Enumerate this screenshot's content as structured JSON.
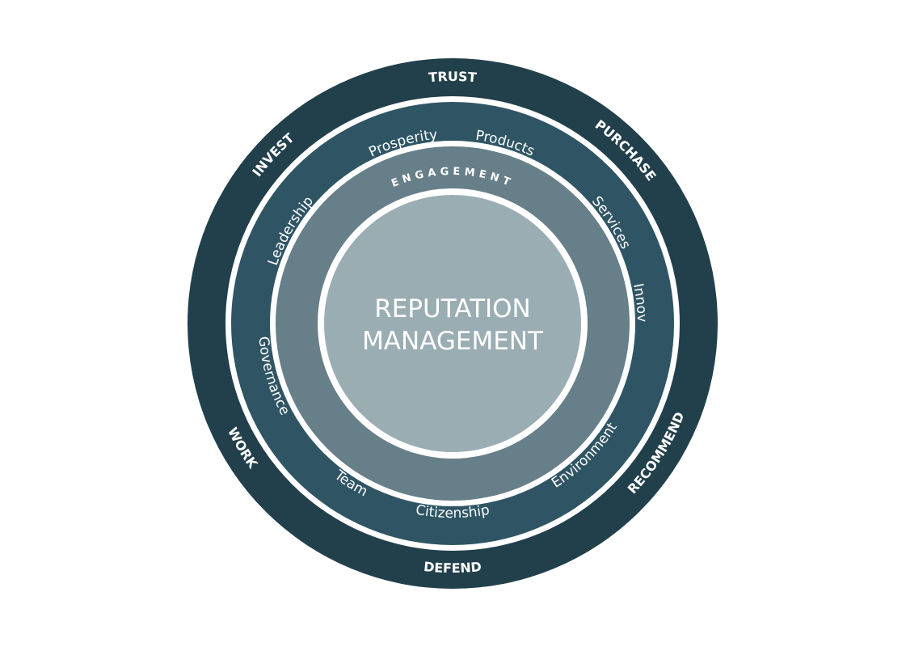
{
  "diagram": {
    "center": {
      "line1": "REPUTATION",
      "line2": "MANAGEMENT"
    },
    "inner_ring_label": "ENGAGEMENT",
    "middle_ring_labels": {
      "prosperity": "Prosperity",
      "products": "Products",
      "services": "Services",
      "innovation": "Innovation",
      "environment": "Environment",
      "citizenship": "Citizenship",
      "team": "Team",
      "governance": "Governance",
      "leadership": "Leadership"
    },
    "outer_ring_labels": {
      "trust": "TRUST",
      "purchase": "PURCHASE",
      "recommend": "RECOMMEND",
      "defend": "DEFEND",
      "work": "WORK",
      "invest": "INVEST"
    },
    "colors": {
      "outer_ring": "#22404b",
      "middle_ring": "#2f5565",
      "inner_ring": "#677f88",
      "core": "#9aadb3",
      "separator": "#ffffff"
    }
  }
}
